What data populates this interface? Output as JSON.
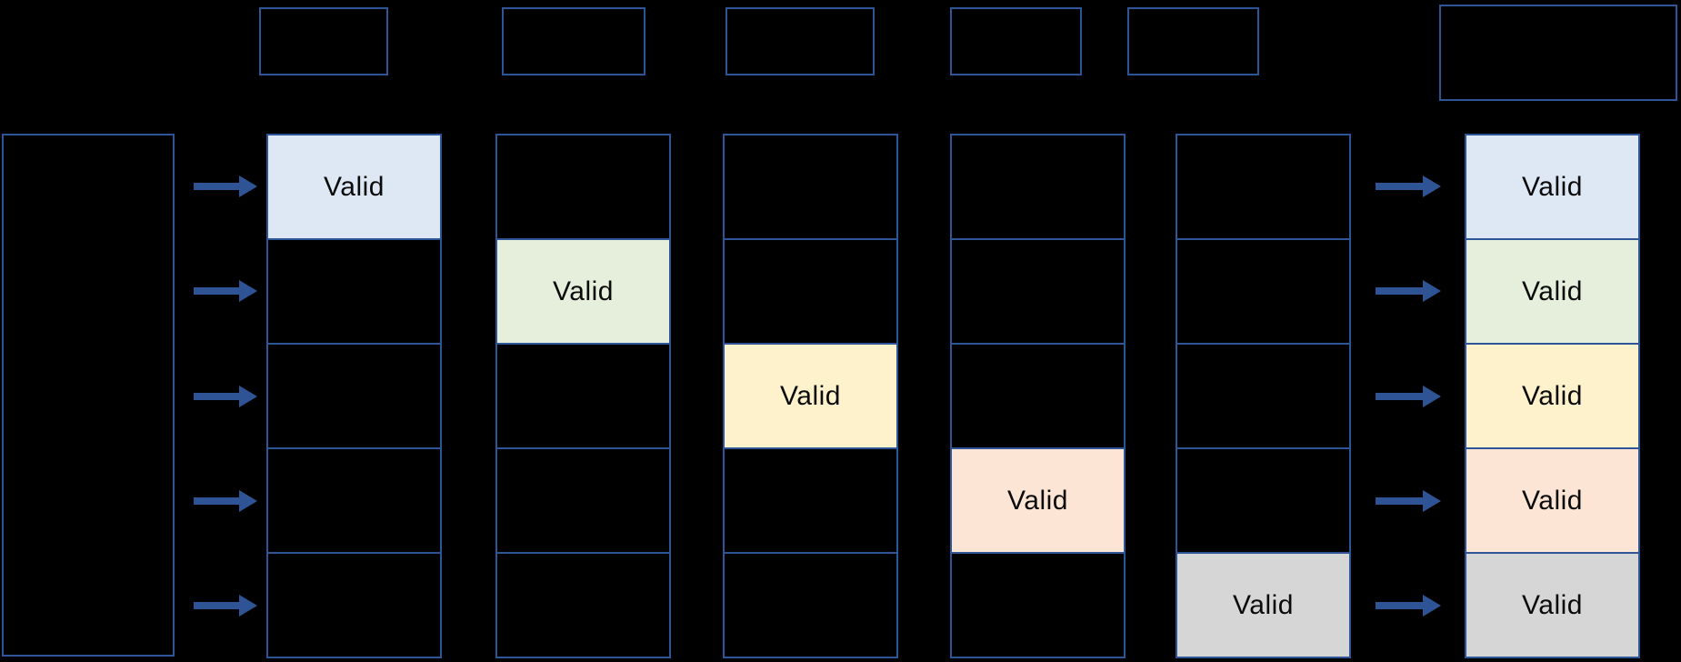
{
  "diagram": {
    "background_color": "#000000",
    "border_color": "#2E5597",
    "arrow_color": "#2F5496",
    "valid_label": "Valid",
    "cell_colors": {
      "blue": "#DEE7F4",
      "green": "#E5EFDC",
      "yellow": "#FEF2CC",
      "peach": "#FCE5D5",
      "gray": "#D6D6D6"
    },
    "source_box": {
      "label": ""
    },
    "header_boxes": [
      {
        "label": ""
      },
      {
        "label": ""
      },
      {
        "label": ""
      },
      {
        "label": ""
      },
      {
        "label": ""
      }
    ],
    "result_header_box": {
      "label": ""
    },
    "columns": [
      {
        "id": "table-1",
        "cells": [
          {
            "label": "Valid",
            "fill": "#DEE7F4"
          },
          {
            "label": "",
            "fill": null
          },
          {
            "label": "",
            "fill": null
          },
          {
            "label": "",
            "fill": null
          },
          {
            "label": "",
            "fill": null
          }
        ]
      },
      {
        "id": "table-2",
        "cells": [
          {
            "label": "",
            "fill": null
          },
          {
            "label": "Valid",
            "fill": "#E5EFDC"
          },
          {
            "label": "",
            "fill": null
          },
          {
            "label": "",
            "fill": null
          },
          {
            "label": "",
            "fill": null
          }
        ]
      },
      {
        "id": "table-3",
        "cells": [
          {
            "label": "",
            "fill": null
          },
          {
            "label": "",
            "fill": null
          },
          {
            "label": "Valid",
            "fill": "#FEF2CC"
          },
          {
            "label": "",
            "fill": null
          },
          {
            "label": "",
            "fill": null
          }
        ]
      },
      {
        "id": "table-4",
        "cells": [
          {
            "label": "",
            "fill": null
          },
          {
            "label": "",
            "fill": null
          },
          {
            "label": "",
            "fill": null
          },
          {
            "label": "Valid",
            "fill": "#FCE5D5"
          },
          {
            "label": "",
            "fill": null
          }
        ]
      },
      {
        "id": "table-5",
        "cells": [
          {
            "label": "",
            "fill": null
          },
          {
            "label": "",
            "fill": null
          },
          {
            "label": "",
            "fill": null
          },
          {
            "label": "",
            "fill": null
          },
          {
            "label": "Valid",
            "fill": "#D6D6D6"
          }
        ]
      }
    ],
    "result_column": {
      "id": "result-table",
      "cells": [
        {
          "label": "Valid",
          "fill": "#DEE7F4"
        },
        {
          "label": "Valid",
          "fill": "#E5EFDC"
        },
        {
          "label": "Valid",
          "fill": "#FEF2CC"
        },
        {
          "label": "Valid",
          "fill": "#FCE5D5"
        },
        {
          "label": "Valid",
          "fill": "#D6D6D6"
        }
      ]
    },
    "left_arrows": {
      "count": 5
    },
    "right_arrows": {
      "count": 5
    }
  }
}
